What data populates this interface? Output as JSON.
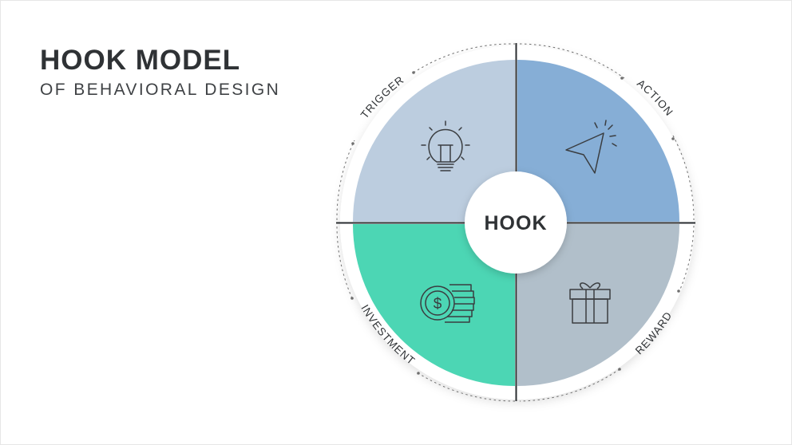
{
  "title": "HOOK MODEL",
  "subtitle": "OF BEHAVIORAL DESIGN",
  "center_label": "HOOK",
  "segments": [
    {
      "label": "TRIGGER",
      "icon": "lightbulb-icon",
      "color": "#bccddf"
    },
    {
      "label": "ACTION",
      "icon": "cursor-arrow-icon",
      "color": "#86aed6"
    },
    {
      "label": "REWARD",
      "icon": "gift-icon",
      "color": "#b1bfca"
    },
    {
      "label": "INVESTMENT",
      "icon": "dollar-coins-icon",
      "color": "#4cd6b4"
    }
  ]
}
